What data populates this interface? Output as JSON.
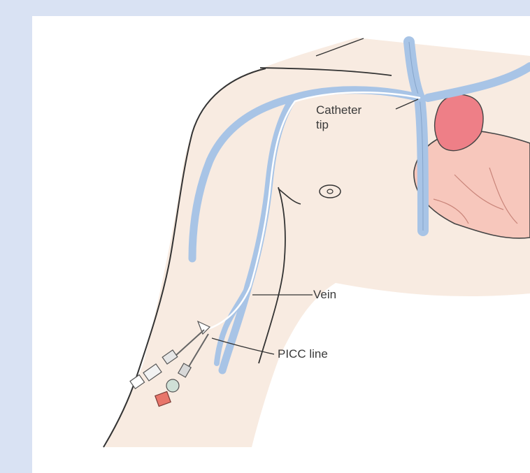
{
  "labels": {
    "catheter_tip_line1": "Catheter",
    "catheter_tip_line2": "tip",
    "vein": "Vein",
    "picc_line": "PICC line"
  },
  "colors": {
    "page_background": "#d9e2f3",
    "frame": "#ffffff",
    "skin": "#f8ebe1",
    "vein": "#a8c4e6",
    "heart": "#f7c7bc",
    "aorta": "#ee7f87",
    "outline": "#333333"
  }
}
